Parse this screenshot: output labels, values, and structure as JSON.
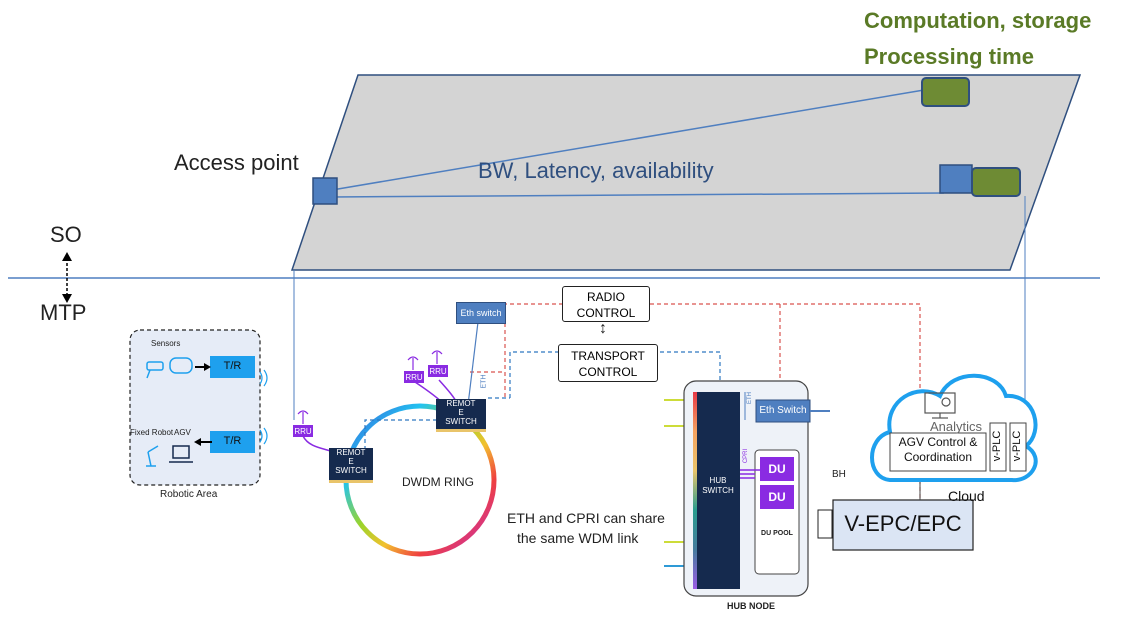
{
  "header": {
    "line1": "Computation, storage",
    "line2": "Processing time"
  },
  "labels": {
    "access_point": "Access point",
    "bw": "BW, Latency, availability",
    "so": "SO",
    "mtp": "MTP",
    "dwdm_ring": "DWDM RING",
    "share_line1": "ETH and CPRI can share",
    "share_line2": "the same WDM  link",
    "bh": "BH",
    "cloud": "Cloud",
    "hub_node": "HUB NODE"
  },
  "robotic_area": {
    "title": "Robotic Area",
    "sensors": "Sensors",
    "fixed_robot": "Fixed Robot",
    "agv": "AGV",
    "tr_top": "T/R",
    "tr_bottom": "T/R"
  },
  "boxes": {
    "radio_l1": "RADIO",
    "radio_l2": "CONTROL",
    "transport_l1": "TRANSPORT",
    "transport_l2": "CONTROL",
    "eth_switch_small": "Eth switch",
    "eth_tag": "ETH",
    "rru": "RRU",
    "remote_l1": "REMOT",
    "remote_l2": "E",
    "remote_l3": "SWITCH",
    "hub_l1": "HUB",
    "hub_l2": "SWITCH",
    "eth_switch_hub": "Eth Switch",
    "du": "DU",
    "du_pool": "DU POOL",
    "cpri": "CPRI",
    "eth_vertical": "ETH",
    "vepc": "V-EPC/EPC",
    "analytics": "Analytics",
    "agv_l1": "AGV Control &",
    "agv_l2": "Coordination",
    "vplc": "v-PLC"
  },
  "colors": {
    "green_text": "#5a7a26",
    "green_box": "#6e8b34",
    "blue_box": "#4f7fc0",
    "navy": "#152a4e",
    "purple": "#8a2be2",
    "cloud_blue": "#1ea0ee",
    "red_dash": "#d9534f",
    "blue_dash": "#2e78c0",
    "plane": "#d4d4d4"
  }
}
